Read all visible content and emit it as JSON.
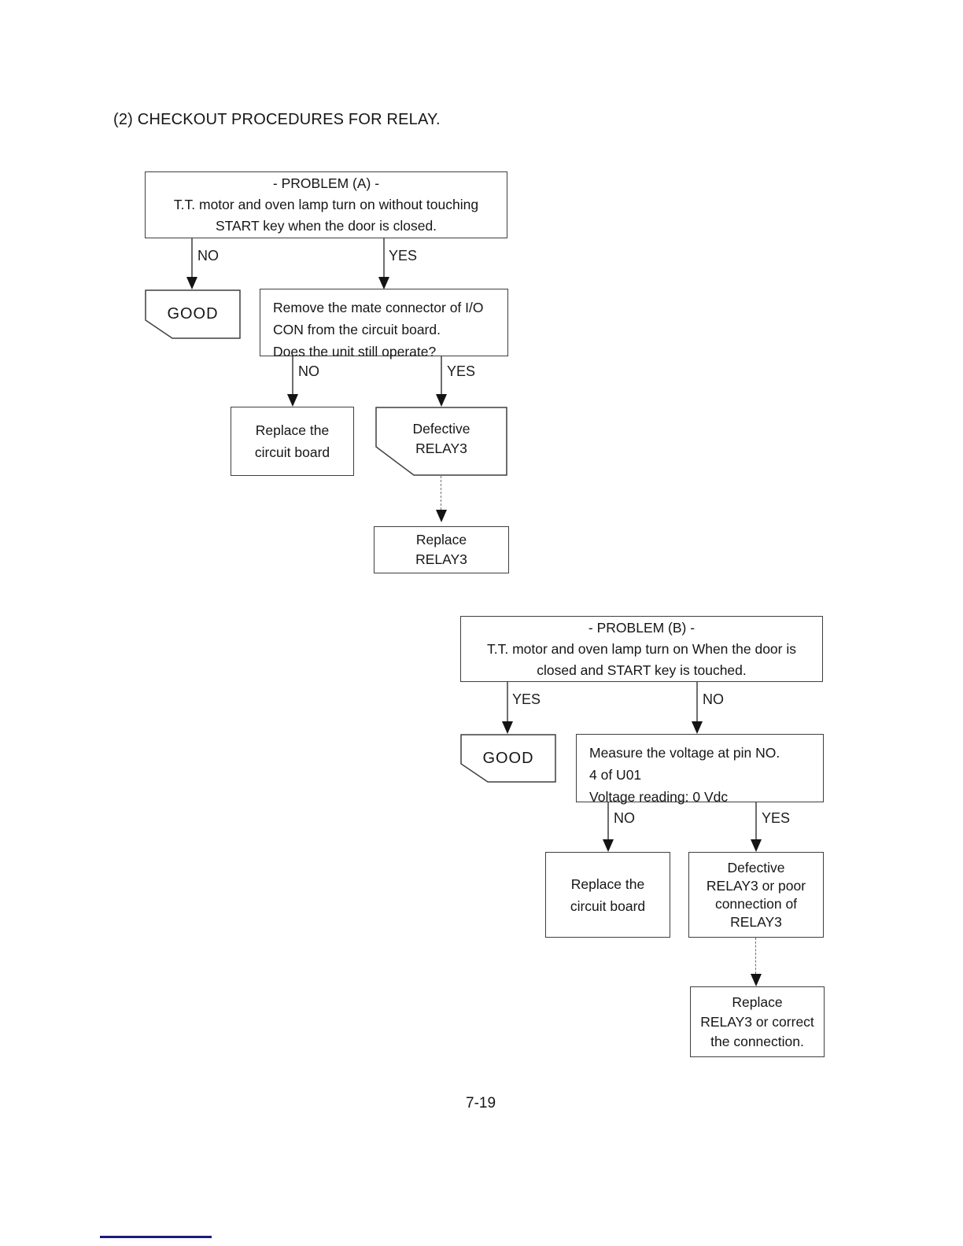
{
  "page": {
    "heading": "(2) CHECKOUT PROCEDURES FOR RELAY.",
    "page_number": "7-19"
  },
  "flow_a": {
    "problem": {
      "title": "- PROBLEM (A) -",
      "lines": [
        "T.T. motor and oven lamp turn on without touching",
        "START key when the door is closed."
      ]
    },
    "no1": "NO",
    "yes1": "YES",
    "good": "GOOD",
    "question": {
      "lines": [
        "Remove the mate connector of I/O",
        "CON from the circuit board.",
        "Does the unit still operate?"
      ]
    },
    "no2": "NO",
    "yes2": "YES",
    "replace_board": {
      "lines": [
        "Replace the",
        "circuit board"
      ]
    },
    "defective": {
      "lines": [
        "Defective",
        "RELAY3"
      ]
    },
    "action": {
      "lines": [
        "Replace",
        "RELAY3"
      ]
    }
  },
  "flow_b": {
    "problem": {
      "title": "- PROBLEM (B) -",
      "lines": [
        "T.T. motor and oven lamp turn on When the door is",
        "closed and START key is touched."
      ]
    },
    "yes1": "YES",
    "no1": "NO",
    "good": "GOOD",
    "question": {
      "lines": [
        "Measure the voltage at pin NO.",
        "4 of U01",
        "Voltage reading: 0 Vdc"
      ]
    },
    "no2": "NO",
    "yes2": "YES",
    "replace_board": {
      "lines": [
        "Replace the",
        "circuit board"
      ]
    },
    "defective": {
      "lines": [
        "Defective",
        "RELAY3 or poor",
        "connection of",
        "RELAY3"
      ]
    },
    "action": {
      "lines": [
        "Replace",
        "RELAY3 or correct",
        "the connection."
      ]
    }
  },
  "colors": {
    "footer_rule": "#1a1a80"
  }
}
